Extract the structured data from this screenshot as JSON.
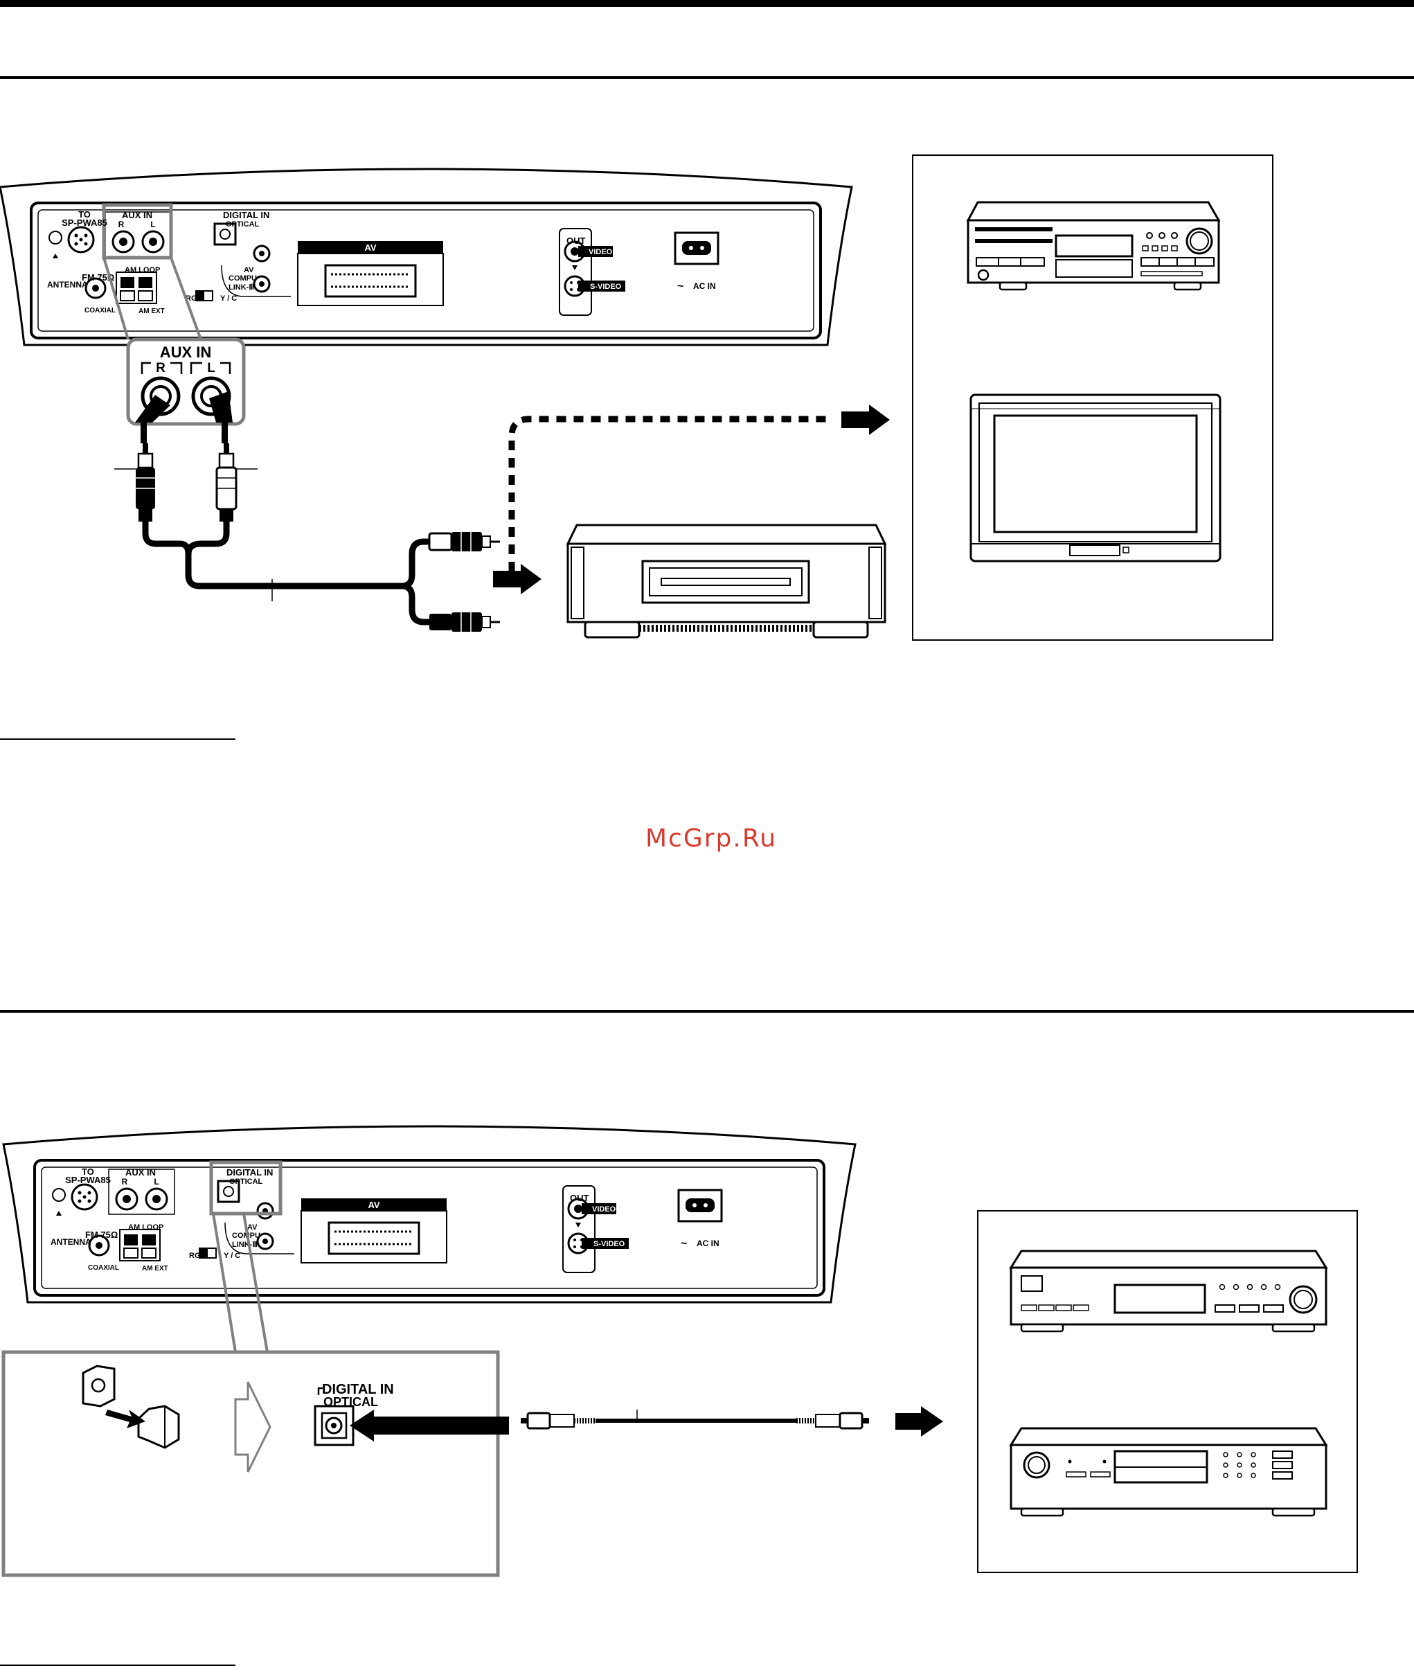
{
  "watermark": "McGrp.Ru",
  "colors": {
    "watermark": "#d83a2e",
    "ink": "#000000",
    "highlight": "#808080"
  },
  "panel": {
    "to_label": "TO",
    "sp_label": "SP-PWA85",
    "aux_in": "AUX IN",
    "r": "R",
    "l": "L",
    "digital_in": "DIGITAL IN",
    "optical": "OPTICAL",
    "antenna": "ANTENNA",
    "fm": "FM 75Ω",
    "coaxial": "COAXIAL",
    "am_loop": "AM LOOP",
    "am_ext": "AM EXT",
    "av": "AV",
    "compu": "COMPU",
    "link": "LINK-Ⅲ",
    "rgb": "RGB",
    "yc": "Y / C",
    "out": "OUT",
    "video": "VIDEO",
    "s_video": "S-VIDEO",
    "ac_in": "AC IN",
    "tilde": "~"
  },
  "callouts": {
    "aux_in": "AUX IN",
    "r": "R",
    "l": "L",
    "digital_in": "DIGITAL IN",
    "optical": "OPTICAL"
  },
  "icons": [
    "arrow-right-icon",
    "arrow-left-icon",
    "hollow-arrow-icon",
    "cassette-deck-icon",
    "tv-icon",
    "vcr-icon",
    "tuner-icon",
    "cd-player-icon",
    "rca-plug-icon",
    "optical-plug-icon"
  ]
}
